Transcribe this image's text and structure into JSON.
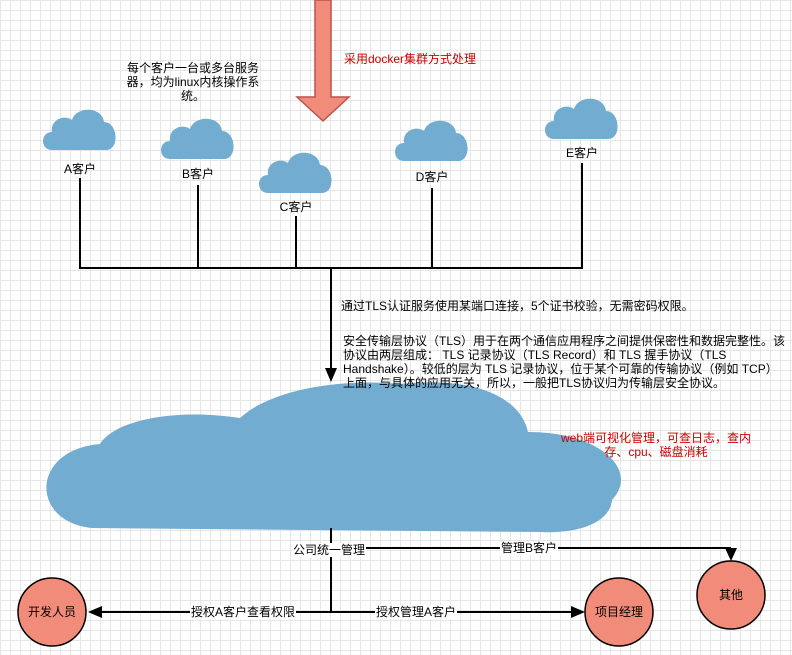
{
  "colors": {
    "cloud": "#72acd1",
    "arrow_fill": "#f28c7a",
    "arrow_stroke": "#b85450",
    "node_fill": "#f28c7a",
    "line": "#000000",
    "red_text": "#cc0000"
  },
  "top": {
    "docker_note": "采用docker集群方式处理",
    "clients_note": "每个客户一台或多台服务器，均为linux内核操作系统。"
  },
  "clients": [
    {
      "label": "A客户"
    },
    {
      "label": "B客户"
    },
    {
      "label": "C客户"
    },
    {
      "label": "D客户"
    },
    {
      "label": "E客户"
    }
  ],
  "connection": {
    "auth_note": "通过TLS认证服务使用某端口连接，5个证书校验，无需密码权限。",
    "tls_description": "安全传输层协议（TLS）用于在两个通信应用程序之间提供保密性和数据完整性。该协议由两层组成： TLS 记录协议（TLS Record）和 TLS 握手协议（TLS Handshake）。较低的层为 TLS 记录协议，位于某个可靠的传输协议（例如 TCP）上面，与具体的应用无关，所以，一般把TLS协议归为传输层安全协议。"
  },
  "central": {
    "web_note": "web端可视化管理，可查日志，查内存、cpu、磁盘消耗"
  },
  "bottom": {
    "unified_mgmt": "公司统一管理",
    "manage_b": "管理B客户",
    "grant_a_view": "授权A客户查看权限",
    "grant_a_manage": "授权管理A客户",
    "developer": "开发人员",
    "project_manager": "项目经理",
    "others": "其他"
  }
}
